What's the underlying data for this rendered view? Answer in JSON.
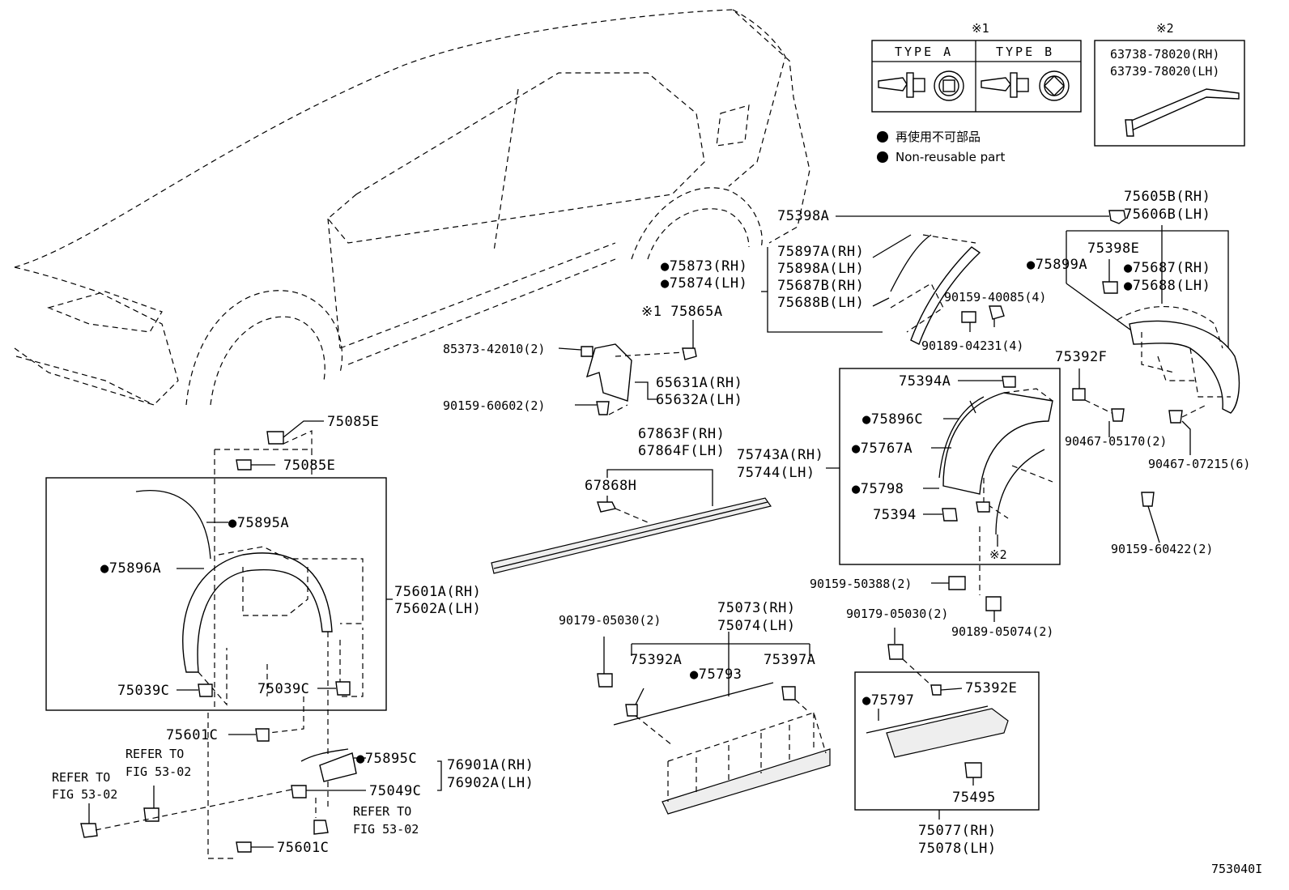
{
  "figure_code": "753040I",
  "legend": {
    "note1_mark": "※1",
    "note2_mark": "※2",
    "type_a": "TYPE A",
    "type_b": "TYPE B",
    "nonreusable_jp": "再使用不可部品",
    "nonreusable_en": "Non-reusable part",
    "clip_numbers": [
      "63738-78020(RH)",
      "63739-78020(LH)"
    ]
  },
  "labels": {
    "l75398A": "75398A",
    "l75873": "●75873(RH)",
    "l75874": "●75874(LH)",
    "l75897A": "75897A(RH)",
    "l75898A": "75898A(LH)",
    "l75687B": "75687B(RH)",
    "l75688B": "75688B(LH)",
    "l90159_40085": "90159-40085(4)",
    "l90189_04231": "90189-04231(4)",
    "l75865A": "※1 75865A",
    "l85373": "85373-42010(2)",
    "l65631A": "65631A(RH)",
    "l65632A": "65632A(LH)",
    "l90159_60602": "90159-60602(2)",
    "l75605B": "75605B(RH)",
    "l75606B": "75606B(LH)",
    "l75398E": "75398E",
    "l75899A": "●75899A",
    "l75687": "●75687(RH)",
    "l75688": "●75688(LH)",
    "l75392F": "75392F",
    "l90467_05170": "90467-05170(2)",
    "l90467_07215": "90467-07215(6)",
    "l90159_60422": "90159-60422(2)",
    "l75394A": "75394A",
    "l75896C": "●75896C",
    "l75767A": "●75767A",
    "l75798": "●75798",
    "l75394": "75394",
    "l75743A": "75743A(RH)",
    "l75744": "75744(LH)",
    "l_note2": "※2",
    "l67863F": "67863F(RH)",
    "l67864F": "67864F(LH)",
    "l67868H": "67868H",
    "l75085E_a": "75085E",
    "l75085E_b": "75085E",
    "l75895A": "●75895A",
    "l75896A": "●75896A",
    "l75601A": "75601A(RH)",
    "l75602A": "75602A(LH)",
    "l75039C_a": "75039C",
    "l75039C_b": "75039C",
    "l75601C_a": "75601C",
    "l75601C_b": "75601C",
    "l75895C": "●75895C",
    "l76901A": "76901A(RH)",
    "l76902A": "76902A(LH)",
    "l75049C": "75049C",
    "l_refer_a1": "REFER TO",
    "l_refer_a2": "FIG 53-02",
    "l_refer_b1": "REFER TO",
    "l_refer_b2": "FIG 53-02",
    "l_refer_c1": "REFER TO",
    "l_refer_c2": "FIG 53-02",
    "l90179_05030_a": "90179-05030(2)",
    "l75073": "75073(RH)",
    "l75074": "75074(LH)",
    "l75392A": "75392A",
    "l75793": "●75793",
    "l75397A": "75397A",
    "l90159_50388": "90159-50388(2)",
    "l90189_05074": "90189-05074(2)",
    "l90179_05030_b": "90179-05030(2)",
    "l75797": "●75797",
    "l75392E": "75392E",
    "l75495": "75495",
    "l75077": "75077(RH)",
    "l75078": "75078(LH)"
  }
}
